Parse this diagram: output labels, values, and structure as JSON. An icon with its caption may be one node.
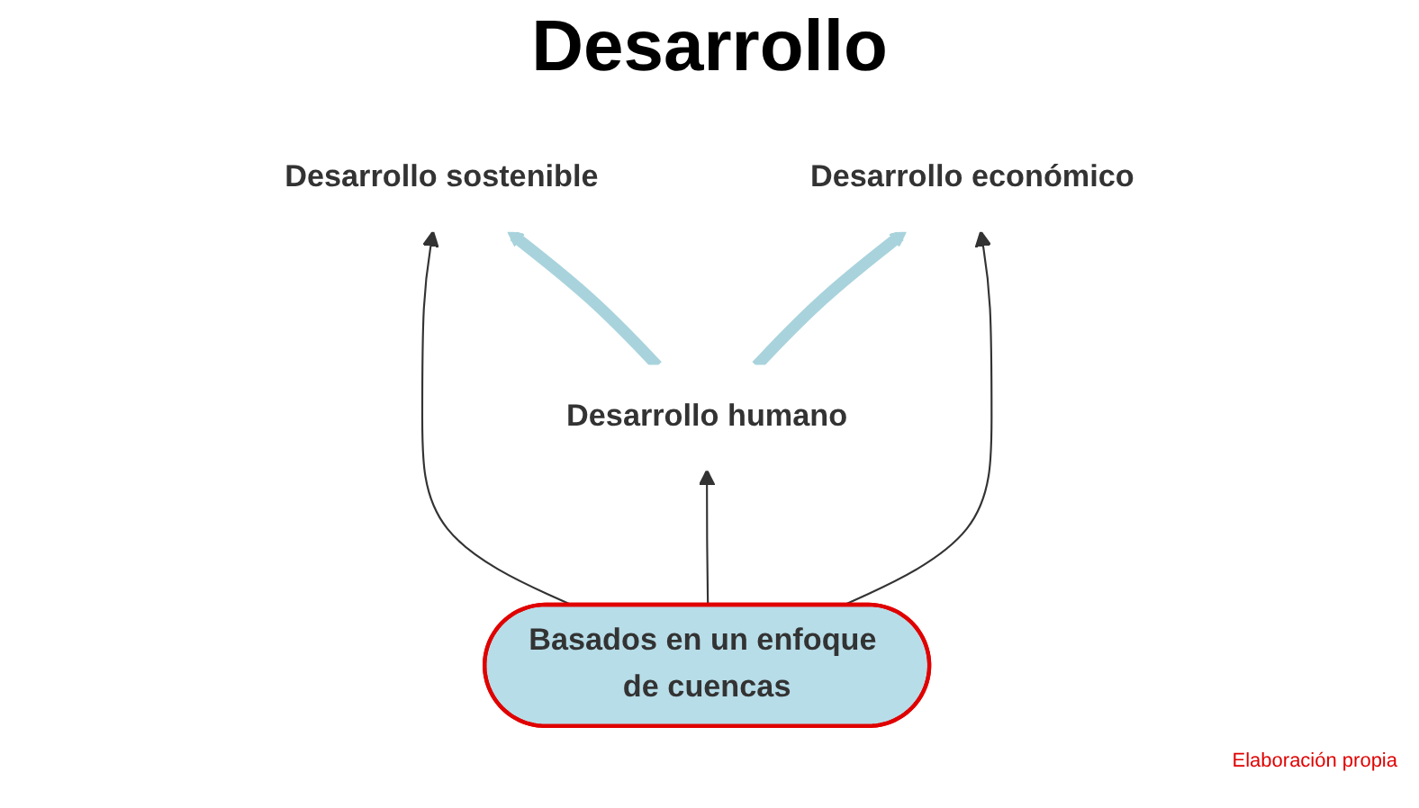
{
  "diagram": {
    "title": "Desarrollo",
    "nodes": [
      {
        "text": [
          "Desarrollo sostenible"
        ]
      },
      {
        "text": [
          "Desarrollo humano"
        ]
      },
      {
        "text": [
          "Desarrollo económico"
        ]
      },
      {
        "text": [
          "Basados en un enfoque de cuencas"
        ]
      }
    ],
    "edges": [
      {
        "from": 1,
        "to": 0,
        "arrow": "to",
        "style": "thick",
        "color": "#a9d3dc"
      },
      {
        "from": 1,
        "to": 2,
        "arrow": "to",
        "style": "thick",
        "color": "#a9d3dc"
      },
      {
        "from": 3,
        "to": 0,
        "arrow": "to"
      },
      {
        "from": 3,
        "to": 1,
        "arrow": "to"
      },
      {
        "from": 3,
        "to": 2,
        "arrow": "to"
      }
    ],
    "labels": [
      "Elaboración propia"
    ]
  }
}
